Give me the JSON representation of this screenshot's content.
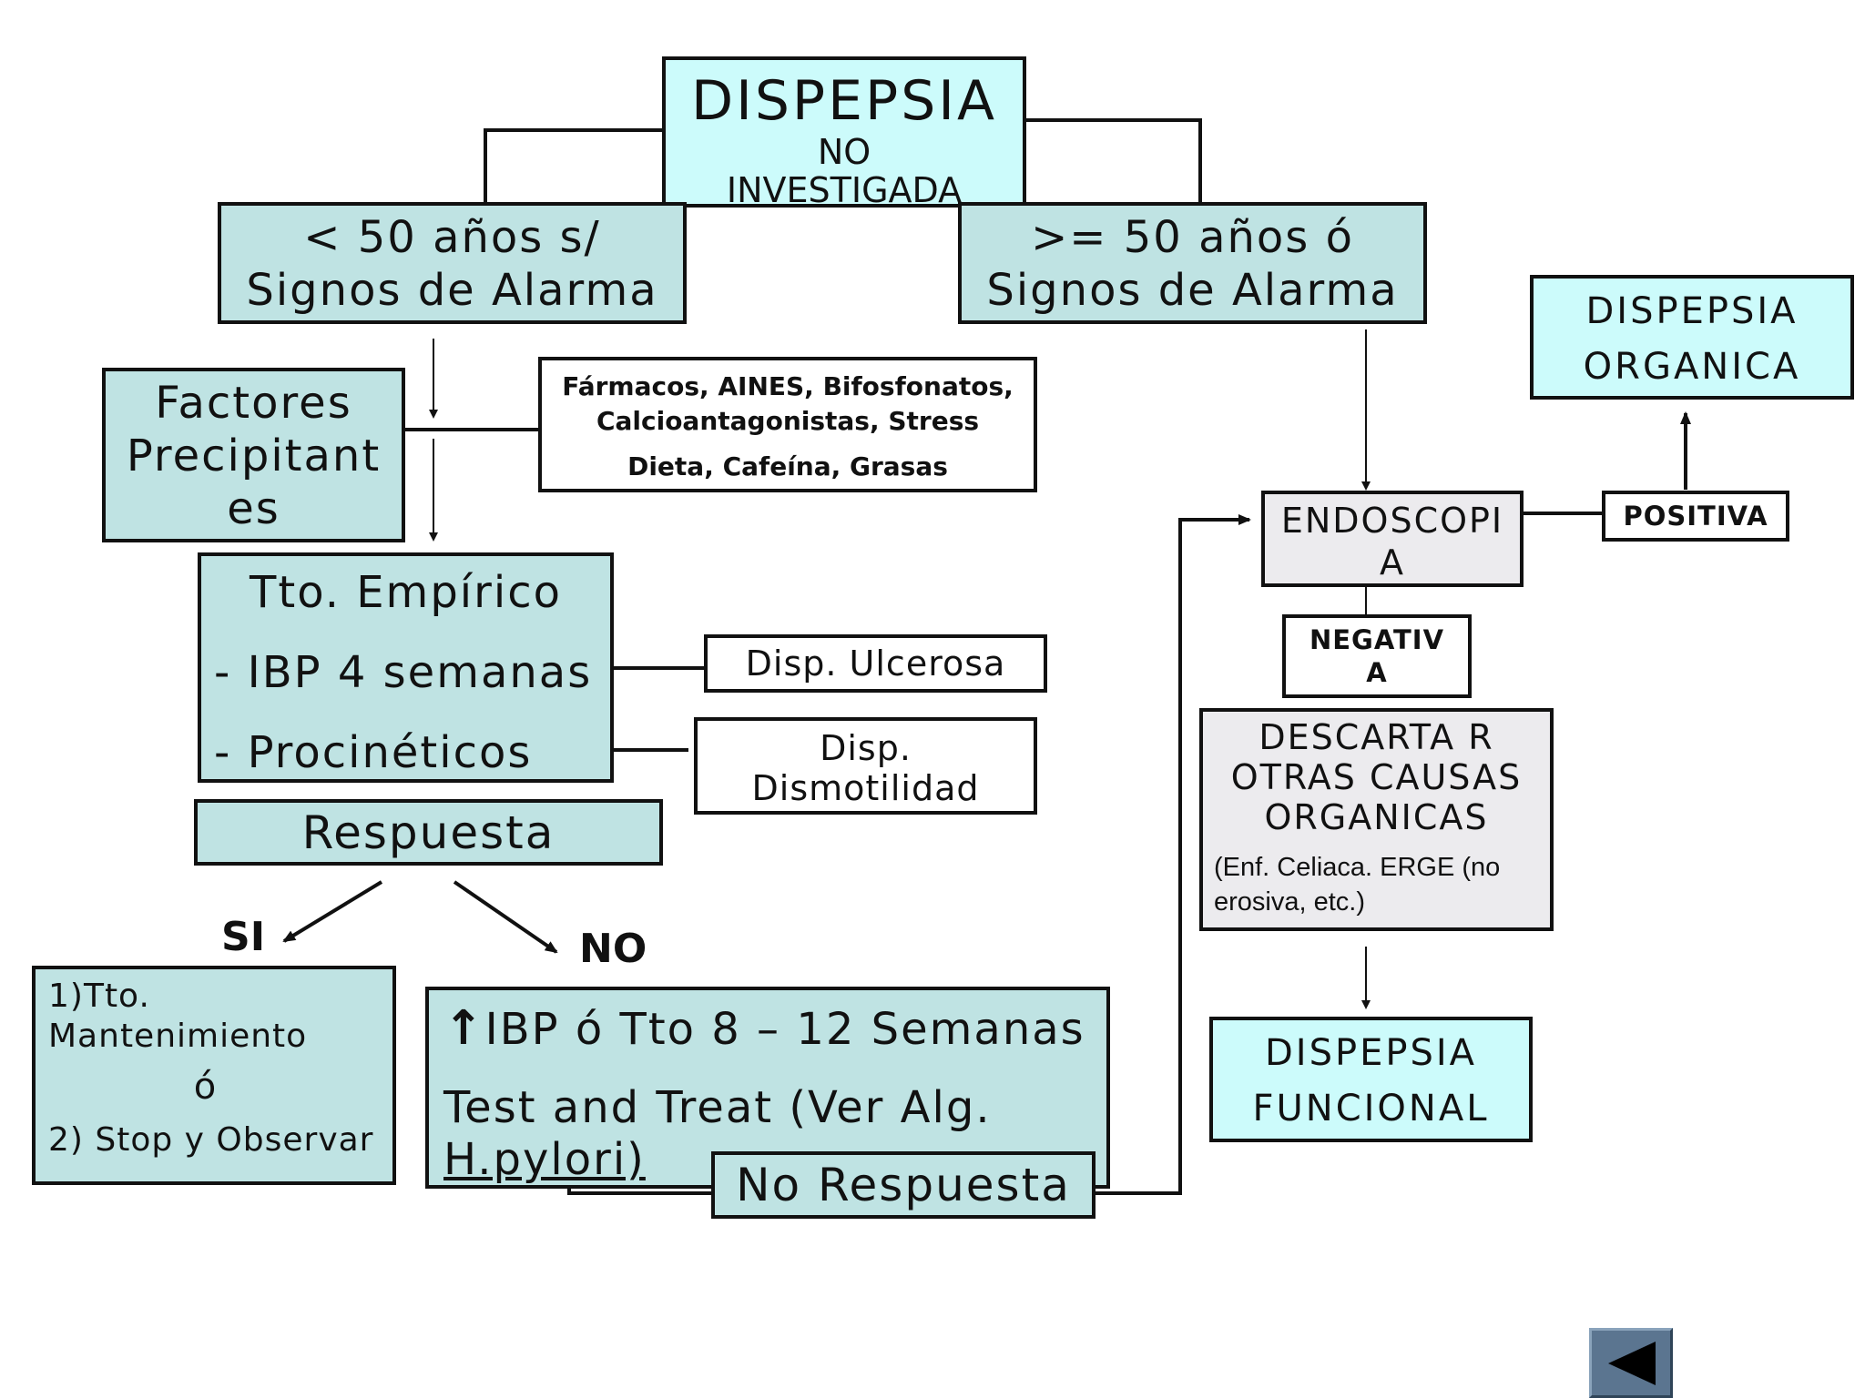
{
  "main": {
    "title": "DISPEPSIA",
    "subtitle_1": "NO",
    "subtitle_2": "INVESTIGADA"
  },
  "left_branch": {
    "line1": "< 50 años s/",
    "line2": "Signos de Alarma"
  },
  "right_branch": {
    "line1": ">= 50 años ó",
    "line2": "Signos de Alarma"
  },
  "factores": {
    "line1": "Factores",
    "line2": "Precipitant",
    "line3": "es"
  },
  "factores_detail": {
    "line1": "Fármacos, AINES, Bifosfonatos,",
    "line2": "Calcioantagonistas, Stress",
    "line3": "Dieta, Cafeína, Grasas"
  },
  "tto_empirico": {
    "title": "Tto. Empírico",
    "item1": "- IBP 4 semanas",
    "item2": "- Procinéticos"
  },
  "disp_ulcerosa": "Disp. Ulcerosa",
  "disp_dismotilidad": {
    "line1": "Disp.",
    "line2": "Dismotilidad"
  },
  "respuesta": "Respuesta",
  "si_label": "SI",
  "no_label": "NO",
  "si_box": {
    "line1": "1)Tto.",
    "line2": "Mantenimiento",
    "line3": "ó",
    "line4": "2) Stop y Observar"
  },
  "no_box": {
    "line1": "IBP ó  Tto 8 – 12 Semanas",
    "line2": "Test and Treat (Ver Alg.",
    "line3": "H.pylori)"
  },
  "no_respuesta": "No Respuesta",
  "endoscopia": {
    "line1": "ENDOSCOPI",
    "line2": "A"
  },
  "positiva": "POSITIVA",
  "negativa": {
    "line1": "NEGATIV",
    "line2": "A"
  },
  "dispepsia_organica": {
    "line1": "DISPEPSIA",
    "line2": "ORGANICA"
  },
  "descartar": {
    "line1": "DESCARTA R",
    "line2": "OTRAS CAUSAS",
    "line3": "ORGANICAS",
    "note1": "(Enf. Celiaca. ERGE (no",
    "note2": "erosiva, etc.)"
  },
  "dispepsia_funcional": {
    "line1": "DISPEPSIA",
    "line2": "FUNCIONAL"
  },
  "nav": {
    "back_icon": "back-triangle-icon"
  },
  "colors": {
    "teal": "#bfe3e3",
    "cyan": "#ccfbfb",
    "grey": "#ecebee",
    "nav": "#5b7590"
  }
}
